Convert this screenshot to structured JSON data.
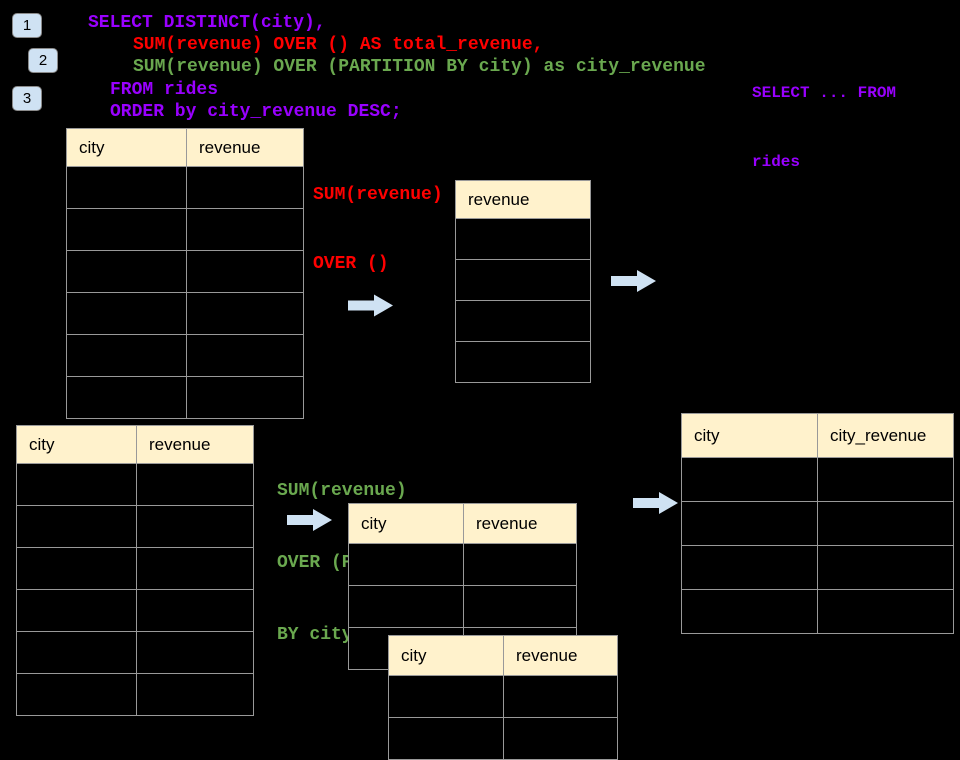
{
  "colors": {
    "background": "#000000",
    "purple": "#9900ff",
    "red": "#ff0000",
    "green": "#6aa84f",
    "header_fill": "#fff2cc",
    "badge_fill": "#cfe2f3",
    "arrow_fill": "#cfe2f3",
    "table_border": "#999999"
  },
  "badges": [
    {
      "label": "1"
    },
    {
      "label": "2"
    },
    {
      "label": "3"
    }
  ],
  "sql": {
    "lines": [
      {
        "text": "SELECT DISTINCT(city),",
        "color": "#9900ff"
      },
      {
        "text": "SUM(revenue) OVER () AS total_revenue,",
        "color": "#ff0000"
      },
      {
        "text": "SUM(revenue) OVER (PARTITION BY city) as city_revenue",
        "color": "#6aa84f"
      },
      {
        "text": "FROM rides",
        "color": "#9900ff"
      },
      {
        "text": "ORDER by city_revenue DESC;",
        "color": "#9900ff"
      }
    ]
  },
  "side_note": {
    "lines": [
      "SELECT ... FROM",
      "rides"
    ],
    "color": "#9900ff"
  },
  "annotations": {
    "total": {
      "lines": [
        "SUM(revenue)",
        "OVER ()"
      ],
      "color": "#ff0000"
    },
    "partition": {
      "lines": [
        "SUM(revenue)",
        "OVER (PARTITION",
        "BY city)"
      ],
      "color": "#6aa84f"
    }
  },
  "tables": {
    "source_top": {
      "headers": [
        "city",
        "revenue"
      ],
      "empty_rows": 6
    },
    "total_revenue_result": {
      "headers": [
        "revenue"
      ],
      "empty_rows": 4
    },
    "source_bottom": {
      "headers": [
        "city",
        "revenue"
      ],
      "empty_rows": 6
    },
    "partition_back": {
      "headers": [
        "city",
        "revenue"
      ],
      "empty_rows": 3
    },
    "partition_front": {
      "headers": [
        "city",
        "revenue"
      ],
      "empty_rows": 2
    },
    "city_revenue_result": {
      "headers": [
        "city",
        "city_revenue"
      ],
      "empty_rows": 4
    }
  }
}
